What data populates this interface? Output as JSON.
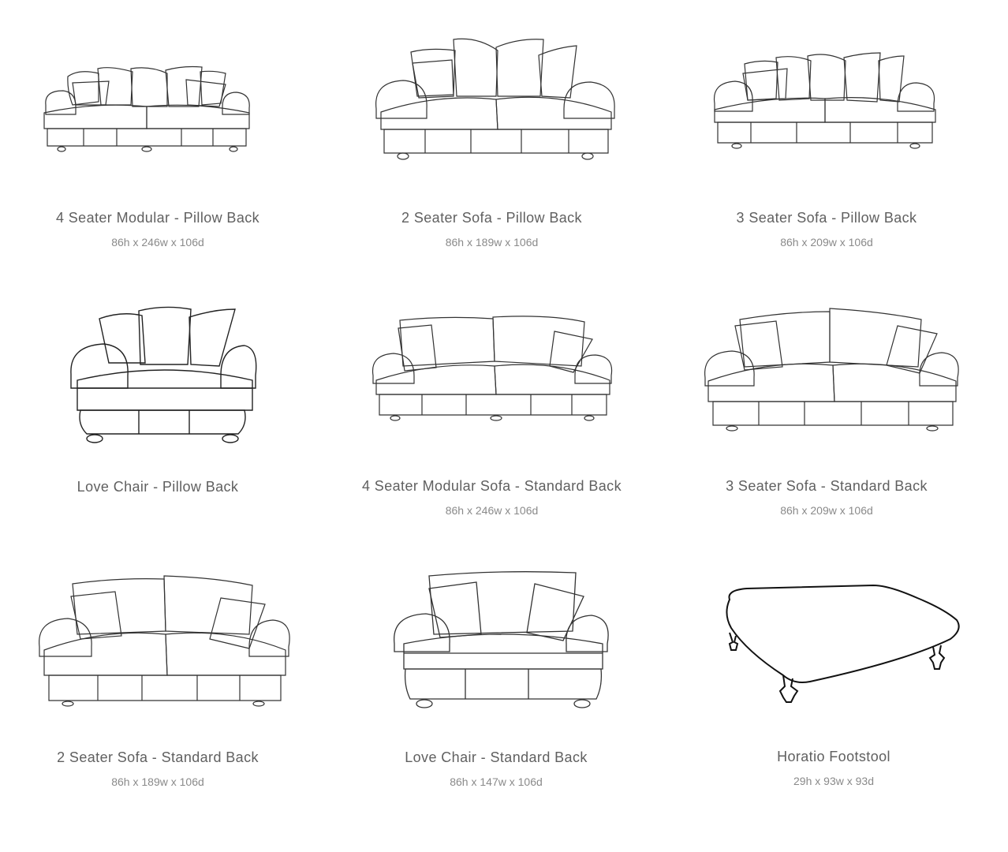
{
  "products": [
    {
      "title": "4 Seater Modular - Pillow Back",
      "dims": "86h x 246w x 106d",
      "image_icon": "sofa-4-seater-modular-pillow-back-icon"
    },
    {
      "title": "2 Seater Sofa - Pillow Back",
      "dims": "86h x 189w x 106d",
      "image_icon": "sofa-2-seater-pillow-back-icon"
    },
    {
      "title": "3 Seater Sofa - Pillow Back",
      "dims": "86h x 209w x 106d",
      "image_icon": "sofa-3-seater-pillow-back-icon"
    },
    {
      "title": "Love Chair - Pillow Back",
      "dims": "",
      "image_icon": "love-chair-pillow-back-icon"
    },
    {
      "title": "4 Seater Modular Sofa - Standard Back",
      "dims": "86h x 246w x 106d",
      "image_icon": "sofa-4-seater-modular-standard-back-icon"
    },
    {
      "title": "3 Seater Sofa - Standard Back",
      "dims": "86h x 209w x 106d",
      "image_icon": "sofa-3-seater-standard-back-icon"
    },
    {
      "title": "2 Seater Sofa - Standard Back",
      "dims": "86h x 189w x 106d",
      "image_icon": "sofa-2-seater-standard-back-icon"
    },
    {
      "title": "Love Chair - Standard Back",
      "dims": "86h x 147w x 106d",
      "image_icon": "love-chair-standard-back-icon"
    },
    {
      "title": "Horatio Footstool",
      "dims": "29h x 93w x 93d",
      "image_icon": "footstool-icon"
    }
  ]
}
